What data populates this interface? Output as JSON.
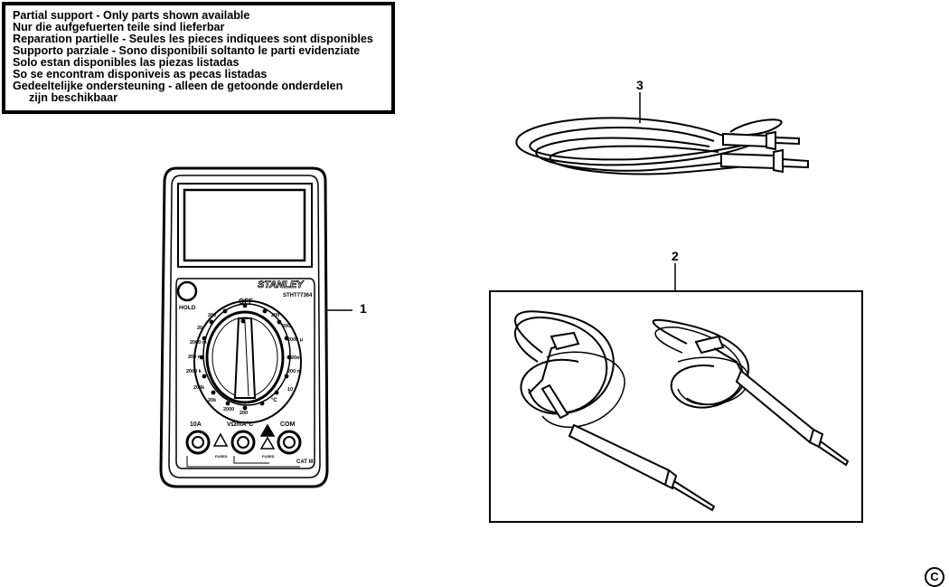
{
  "notice": {
    "lines": [
      "Partial support - Only parts shown available",
      "Nur die aufgefuerten teile sind lieferbar",
      "Reparation partielle - Seules les pieces indiquees sont disponibles",
      "Supporto parziale - Sono disponibili soltanto le parti evidenziate",
      "Solo estan disponibles las piezas listadas",
      "So se encontram disponiveis as pecas listadas",
      "Gedeeltelijke ondersteuning - alleen de getoonde onderdelen",
      "zijn beschikbaar"
    ]
  },
  "callouts": {
    "multimeter": "1",
    "test_leads_box": "2",
    "test_leads_coiled": "3"
  },
  "multimeter": {
    "brand": "STANLEY",
    "model": "STHT77364",
    "hold": "HOLD",
    "off": "OFF",
    "dial_labels": [
      "200",
      "20",
      "2000 m",
      "200 m",
      "2000 k",
      "200k",
      "20k",
      "2000",
      "200",
      "°C",
      "200 m",
      "20m",
      "2000 μ",
      "200",
      "200",
      "10"
    ],
    "port_10a": "10A",
    "port_vma": "VΩmA°C",
    "port_com": "COM",
    "cat": "CAT III",
    "fused_1": "FUSED",
    "fused_2": "FUSED"
  },
  "copyright_symbol": "C"
}
